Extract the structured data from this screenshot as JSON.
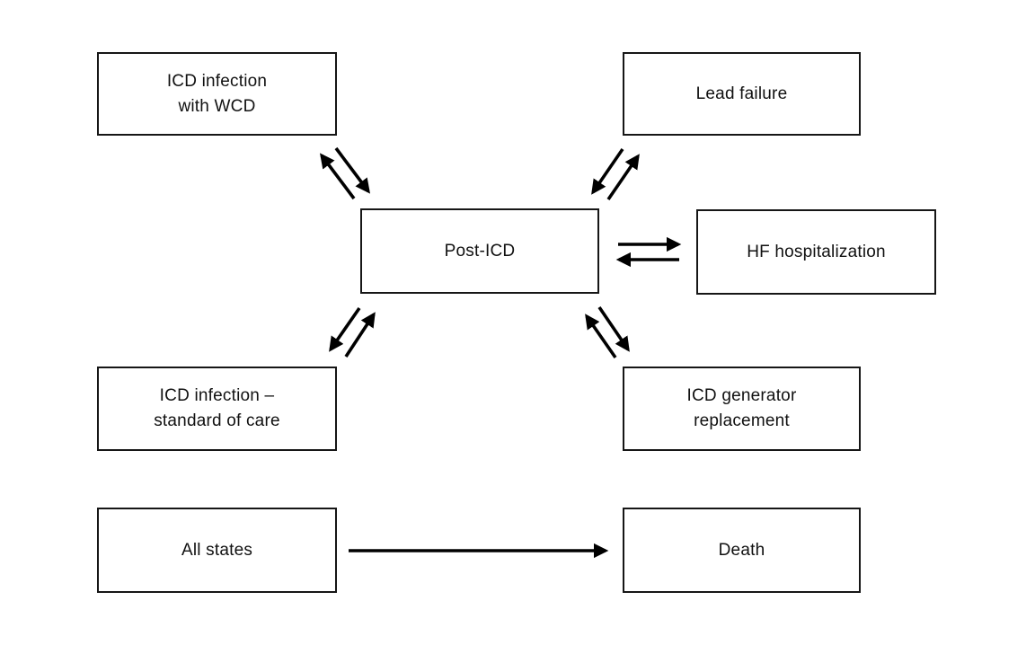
{
  "diagram": {
    "type": "state-transition-diagram",
    "nodes": {
      "icd_infection_wcd": {
        "label": "ICD infection\nwith WCD"
      },
      "lead_failure": {
        "label": "Lead failure"
      },
      "post_icd": {
        "label": "Post-ICD"
      },
      "hf_hospitalization": {
        "label": "HF hospitalization"
      },
      "icd_infection_soc": {
        "label": "ICD infection –\nstandard of care"
      },
      "icd_generator_replacement": {
        "label": "ICD generator\nreplacement"
      },
      "all_states": {
        "label": "All states"
      },
      "death": {
        "label": "Death"
      }
    },
    "edges": [
      {
        "from": "post_icd",
        "to": "icd_infection_wcd",
        "bidirectional": true
      },
      {
        "from": "post_icd",
        "to": "lead_failure",
        "bidirectional": true
      },
      {
        "from": "post_icd",
        "to": "hf_hospitalization",
        "bidirectional": true
      },
      {
        "from": "post_icd",
        "to": "icd_infection_soc",
        "bidirectional": true
      },
      {
        "from": "post_icd",
        "to": "icd_generator_replacement",
        "bidirectional": true
      },
      {
        "from": "all_states",
        "to": "death",
        "bidirectional": false
      }
    ],
    "colors": {
      "background": "#ffffff",
      "line": "#000000",
      "box_border": "#161616",
      "text": "#111111"
    }
  }
}
